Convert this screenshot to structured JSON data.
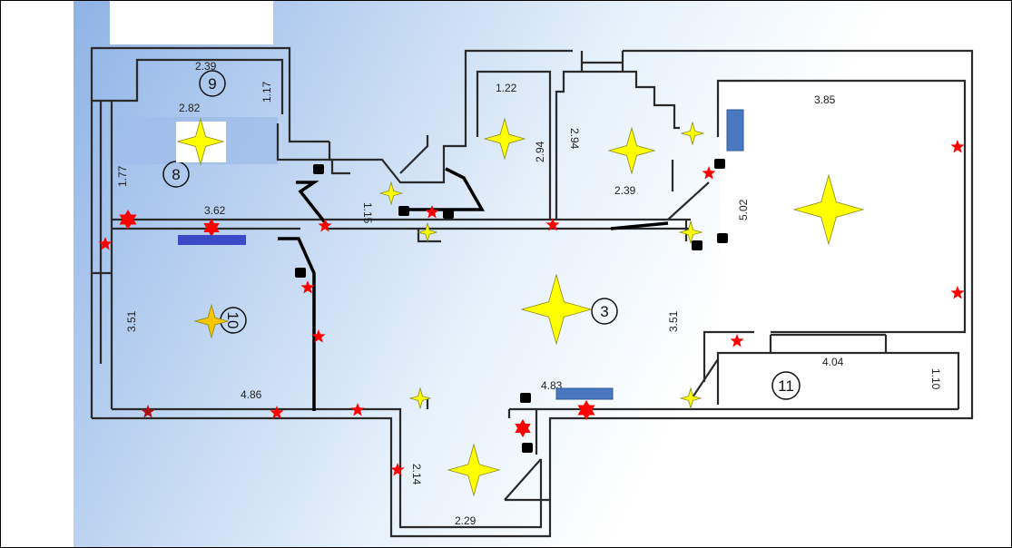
{
  "plan": {
    "rooms": [
      {
        "number": "9",
        "dims": [
          "2.39",
          "1.17"
        ]
      },
      {
        "number": "8",
        "dims": [
          "2.82",
          "1.77",
          "3.62"
        ]
      },
      {
        "number": "10",
        "dims": [
          "3.51",
          "4.86"
        ]
      },
      {
        "number": "3",
        "dims": [
          "3.51",
          "4.83"
        ]
      },
      {
        "number": "11",
        "dims": [
          "4.04",
          "1.10"
        ]
      }
    ],
    "other_dims": {
      "corridor": "1.15",
      "bath_w": "1.22",
      "bath_h": "2.94",
      "wc_h": "2.94",
      "wc_w": "2.39",
      "big_room_w": "3.85",
      "big_room_h": "5.02",
      "hall_h": "2.14",
      "hall_w": "2.29"
    },
    "colors": {
      "light": "#ffff00",
      "socket": "#ff0000",
      "switch": "#000000",
      "radiator": "#4a78c0",
      "radiator_dark": "#3b4bc8",
      "blueprint_bg": "#a9c6ec"
    },
    "marker_icons": [
      "light-sparkle-icon",
      "socket-star-icon",
      "socket-hexagram-icon",
      "switch-square-icon",
      "radiator-rect-icon"
    ]
  }
}
